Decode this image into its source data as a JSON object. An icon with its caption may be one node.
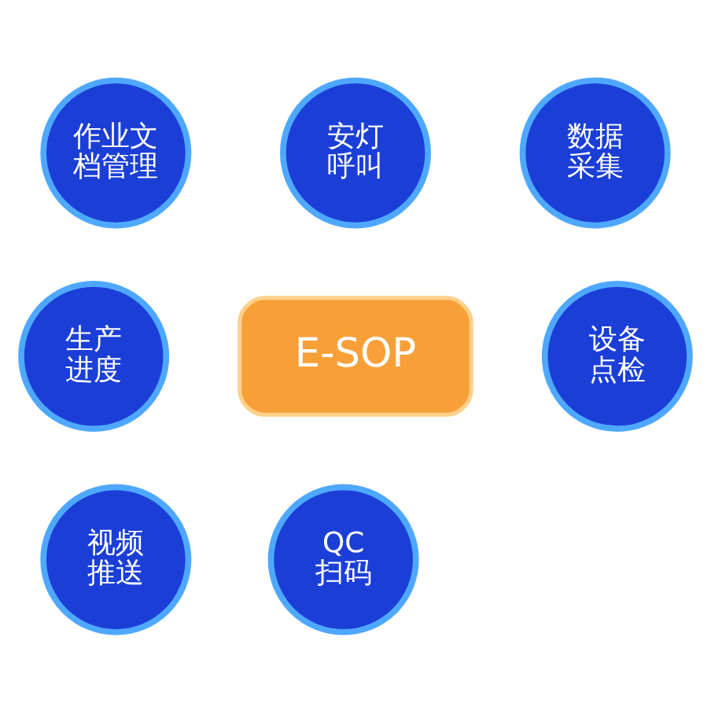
{
  "diagram": {
    "nodes": [
      {
        "text": [
          "作业文档管理"
        ]
      },
      {
        "text": [
          "数据采集"
        ]
      },
      {
        "text": [
          "安灯呼叫"
        ]
      },
      {
        "text": [
          "生产进度"
        ]
      },
      {
        "text": [
          "E-SOP"
        ]
      },
      {
        "text": [
          "设备点检"
        ]
      },
      {
        "text": [
          "QC扫码"
        ]
      },
      {
        "text": [
          "视频推送"
        ]
      }
    ]
  }
}
